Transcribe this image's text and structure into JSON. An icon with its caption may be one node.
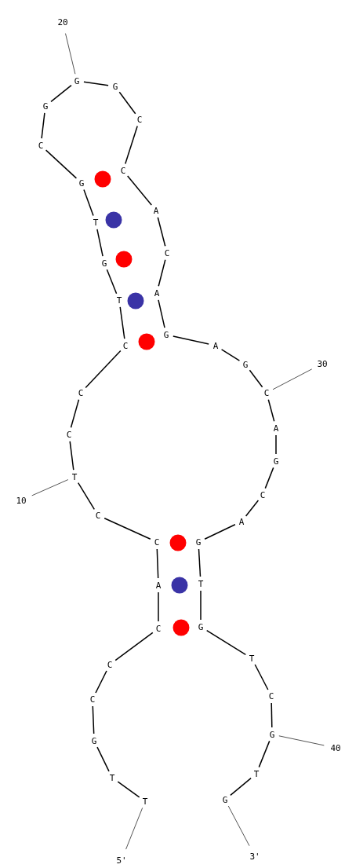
{
  "diagram": {
    "nodes": [
      {
        "text": [
          "T"
        ]
      },
      {
        "text": [
          "T"
        ]
      },
      {
        "text": [
          "G"
        ]
      },
      {
        "text": [
          "C"
        ]
      },
      {
        "text": [
          "C"
        ]
      },
      {
        "text": [
          "C"
        ]
      },
      {
        "text": [
          "A"
        ]
      },
      {
        "text": [
          "C"
        ]
      },
      {
        "text": [
          "C"
        ]
      },
      {
        "text": [
          "T"
        ]
      },
      {
        "text": [
          "C"
        ]
      },
      {
        "text": [
          "C"
        ]
      },
      {
        "text": [
          "C"
        ]
      },
      {
        "text": [
          "T"
        ]
      },
      {
        "text": [
          "G"
        ]
      },
      {
        "text": [
          "T"
        ]
      },
      {
        "text": [
          "G"
        ]
      },
      {
        "text": [
          "C"
        ]
      },
      {
        "text": [
          "G"
        ]
      },
      {
        "text": [
          "G"
        ]
      },
      {
        "text": [
          "G"
        ]
      },
      {
        "text": [
          "C"
        ]
      },
      {
        "text": [
          "C"
        ]
      },
      {
        "text": [
          "A"
        ]
      },
      {
        "text": [
          "C"
        ]
      },
      {
        "text": [
          "A"
        ]
      },
      {
        "text": [
          "G"
        ]
      },
      {
        "text": [
          "A"
        ]
      },
      {
        "text": [
          "G"
        ]
      },
      {
        "text": [
          "C"
        ]
      },
      {
        "text": [
          "A"
        ]
      },
      {
        "text": [
          "G"
        ]
      },
      {
        "text": [
          "C"
        ]
      },
      {
        "text": [
          "A"
        ]
      },
      {
        "text": [
          "G"
        ]
      },
      {
        "text": [
          "T"
        ]
      },
      {
        "text": [
          "G"
        ]
      },
      {
        "text": [
          "T"
        ]
      },
      {
        "text": [
          "C"
        ]
      },
      {
        "text": [
          "G"
        ]
      },
      {
        "text": [
          "T"
        ]
      },
      {
        "text": [
          "G"
        ]
      },
      {
        "text": [
          "5'"
        ]
      },
      {
        "text": [
          "10"
        ]
      },
      {
        "text": [
          "20"
        ]
      },
      {
        "text": [
          "30"
        ]
      },
      {
        "text": [
          "40"
        ]
      },
      {
        "text": [
          "3'"
        ]
      },
      {
        "text": [],
        "shape": "circle"
      },
      {
        "text": [],
        "shape": "circle"
      },
      {
        "text": [],
        "shape": "circle"
      },
      {
        "text": [],
        "shape": "circle"
      },
      {
        "text": [],
        "shape": "circle"
      },
      {
        "text": [],
        "shape": "circle"
      },
      {
        "text": [],
        "shape": "circle"
      },
      {
        "text": [],
        "shape": "circle"
      }
    ],
    "edges": [
      {
        "from": 0,
        "to": 1,
        "arrow": "none"
      },
      {
        "from": 1,
        "to": 2,
        "arrow": "none"
      },
      {
        "from": 2,
        "to": 3,
        "arrow": "none"
      },
      {
        "from": 3,
        "to": 4,
        "arrow": "none"
      },
      {
        "from": 4,
        "to": 5,
        "arrow": "none"
      },
      {
        "from": 5,
        "to": 6,
        "arrow": "none"
      },
      {
        "from": 6,
        "to": 7,
        "arrow": "none"
      },
      {
        "from": 7,
        "to": 8,
        "arrow": "none"
      },
      {
        "from": 8,
        "to": 9,
        "arrow": "none"
      },
      {
        "from": 9,
        "to": 10,
        "arrow": "none"
      },
      {
        "from": 10,
        "to": 11,
        "arrow": "none"
      },
      {
        "from": 11,
        "to": 12,
        "arrow": "none"
      },
      {
        "from": 12,
        "to": 13,
        "arrow": "none"
      },
      {
        "from": 13,
        "to": 14,
        "arrow": "none"
      },
      {
        "from": 14,
        "to": 15,
        "arrow": "none"
      },
      {
        "from": 15,
        "to": 16,
        "arrow": "none"
      },
      {
        "from": 16,
        "to": 17,
        "arrow": "none"
      },
      {
        "from": 17,
        "to": 18,
        "arrow": "none"
      },
      {
        "from": 18,
        "to": 19,
        "arrow": "none"
      },
      {
        "from": 19,
        "to": 20,
        "arrow": "none"
      },
      {
        "from": 20,
        "to": 21,
        "arrow": "none"
      },
      {
        "from": 21,
        "to": 22,
        "arrow": "none"
      },
      {
        "from": 22,
        "to": 23,
        "arrow": "none"
      },
      {
        "from": 23,
        "to": 24,
        "arrow": "none"
      },
      {
        "from": 24,
        "to": 25,
        "arrow": "none"
      },
      {
        "from": 25,
        "to": 26,
        "arrow": "none"
      },
      {
        "from": 26,
        "to": 27,
        "arrow": "none"
      },
      {
        "from": 27,
        "to": 28,
        "arrow": "none"
      },
      {
        "from": 28,
        "to": 29,
        "arrow": "none"
      },
      {
        "from": 29,
        "to": 30,
        "arrow": "none"
      },
      {
        "from": 30,
        "to": 31,
        "arrow": "none"
      },
      {
        "from": 31,
        "to": 32,
        "arrow": "none"
      },
      {
        "from": 32,
        "to": 33,
        "arrow": "none"
      },
      {
        "from": 33,
        "to": 34,
        "arrow": "none"
      },
      {
        "from": 34,
        "to": 35,
        "arrow": "none"
      },
      {
        "from": 35,
        "to": 36,
        "arrow": "none"
      },
      {
        "from": 36,
        "to": 37,
        "arrow": "none"
      },
      {
        "from": 37,
        "to": 38,
        "arrow": "none"
      },
      {
        "from": 38,
        "to": 39,
        "arrow": "none"
      },
      {
        "from": 39,
        "to": 40,
        "arrow": "none"
      },
      {
        "from": 40,
        "to": 41,
        "arrow": "none"
      },
      {
        "from": 42,
        "to": 0,
        "arrow": "none"
      },
      {
        "from": 43,
        "to": 9,
        "arrow": "none"
      },
      {
        "from": 44,
        "to": 19,
        "arrow": "none"
      },
      {
        "from": 45,
        "to": 29,
        "arrow": "none"
      },
      {
        "from": 46,
        "to": 39,
        "arrow": "none"
      },
      {
        "from": 47,
        "to": 41,
        "arrow": "none"
      }
    ]
  }
}
